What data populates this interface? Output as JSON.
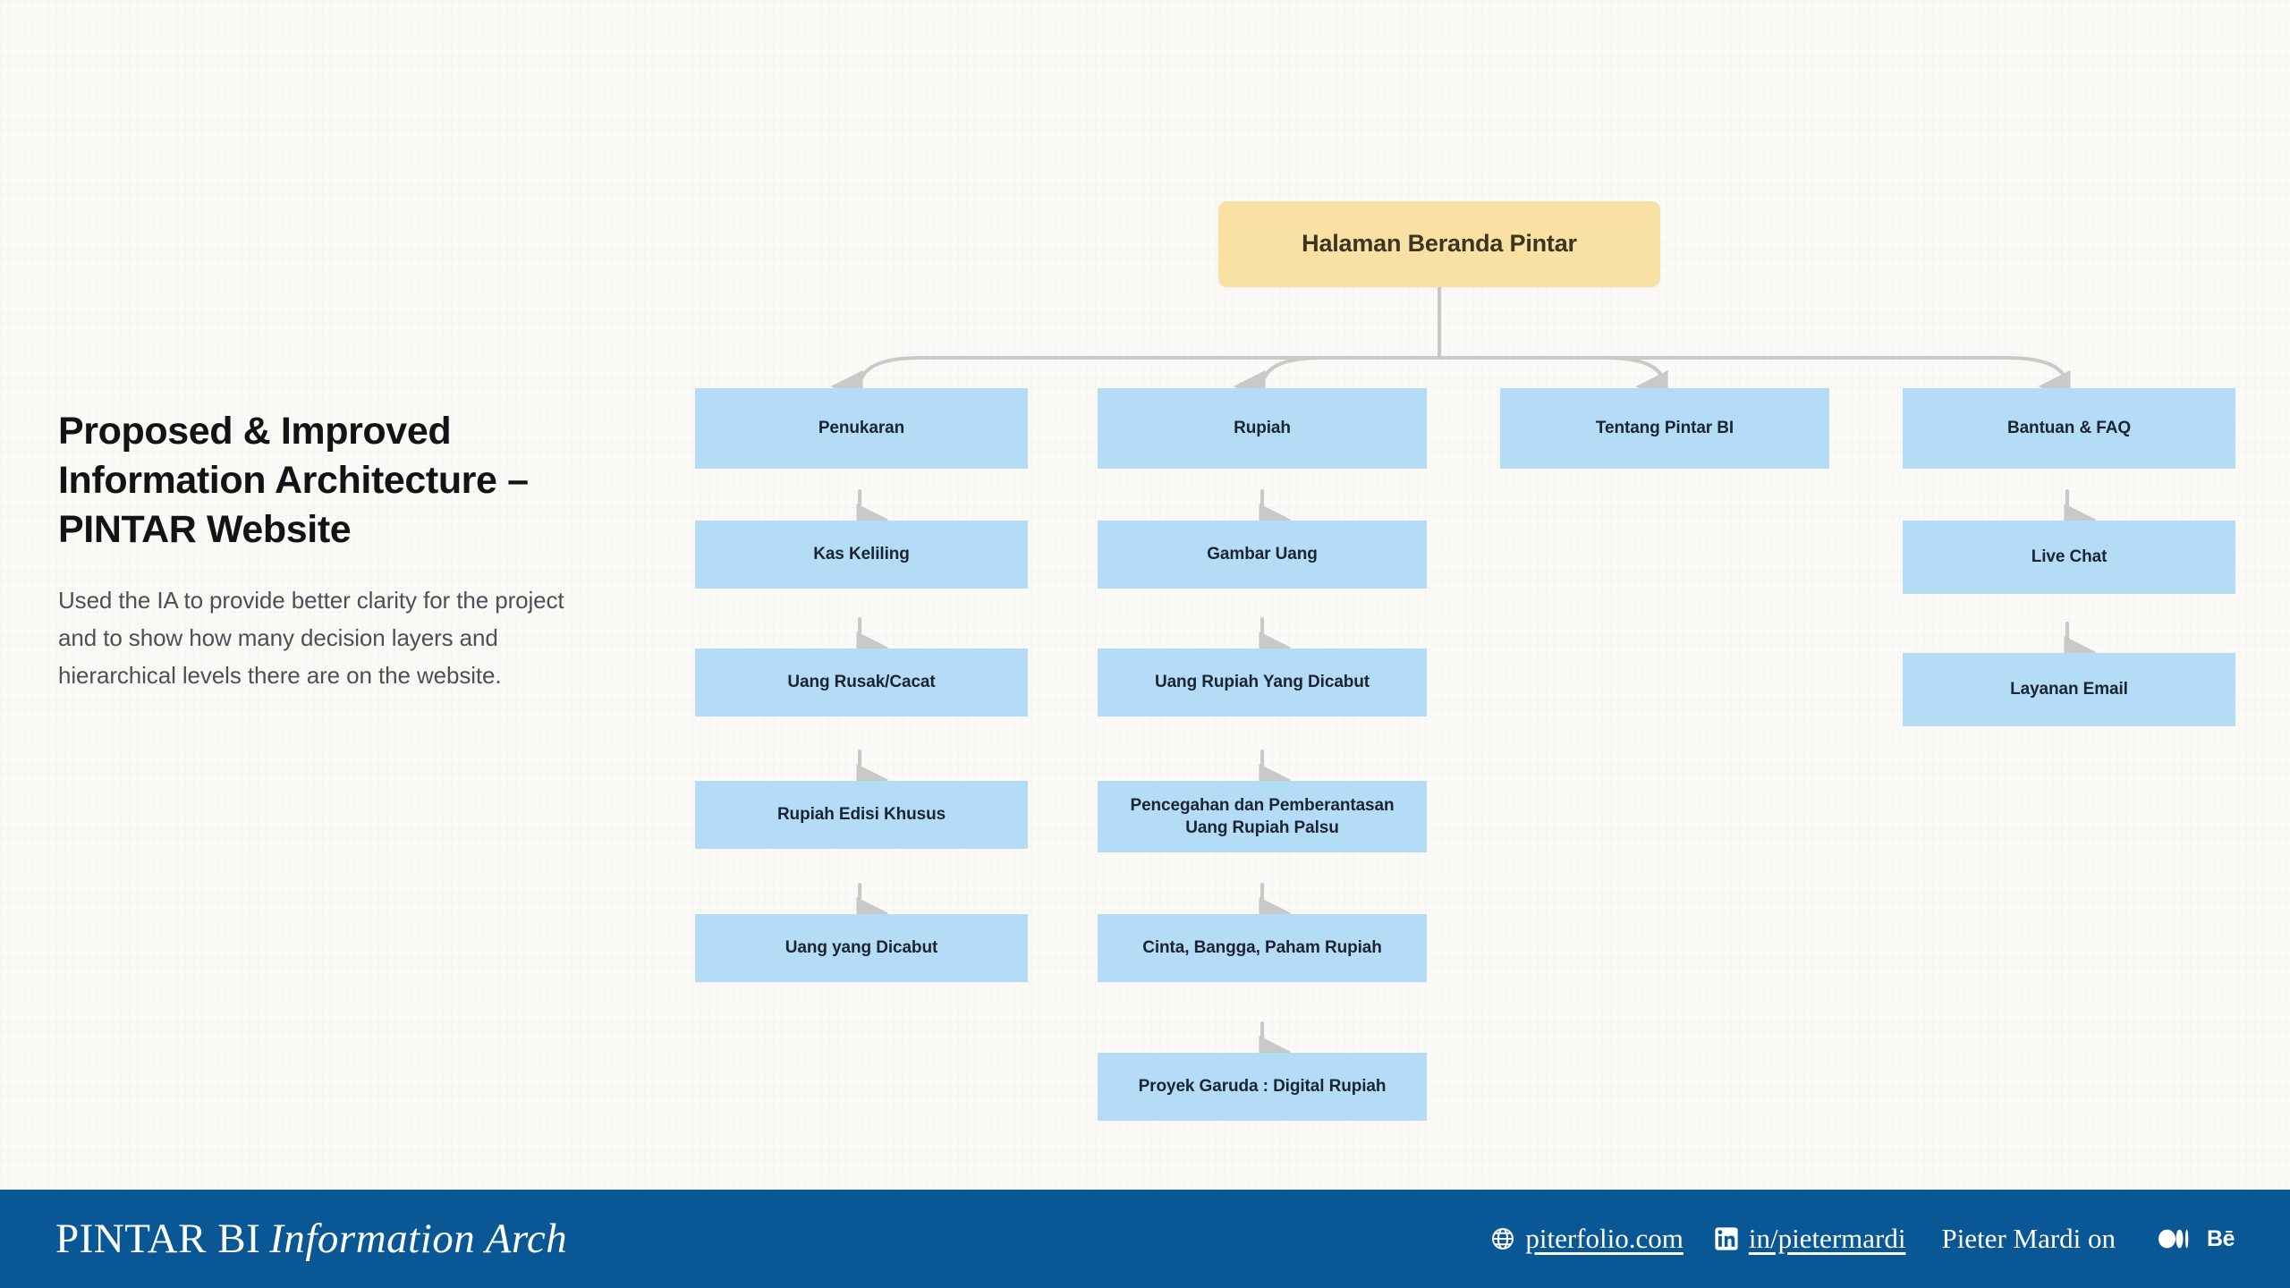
{
  "page": {
    "background_color": "#fbfaf7"
  },
  "left": {
    "title": "Proposed & Improved Information Architecture – PINTAR Website",
    "description": "Used the IA to provide better clarity for the project and to show how many decision layers and hierarchical levels there are on the website."
  },
  "diagram": {
    "type": "tree",
    "root_color": "#f8e1a2",
    "node_color": "#b5dcf7",
    "connector_color": "#c9c9c9",
    "root": {
      "label": "Halaman Beranda Pintar"
    },
    "columns": [
      {
        "name": "penukaran-column",
        "nodes": [
          {
            "label": "Penukaran"
          },
          {
            "label": "Kas Keliling"
          },
          {
            "label": "Uang Rusak/Cacat"
          },
          {
            "label": "Rupiah Edisi Khusus"
          },
          {
            "label": "Uang yang Dicabut"
          }
        ]
      },
      {
        "name": "rupiah-column",
        "nodes": [
          {
            "label": "Rupiah"
          },
          {
            "label": "Gambar Uang"
          },
          {
            "label": "Uang Rupiah Yang Dicabut"
          },
          {
            "label": "Pencegahan dan Pemberantasan Uang Rupiah Palsu"
          },
          {
            "label": "Cinta, Bangga, Paham Rupiah"
          },
          {
            "label": "Proyek Garuda : Digital Rupiah"
          }
        ]
      },
      {
        "name": "tentang-column",
        "nodes": [
          {
            "label": "Tentang Pintar BI"
          }
        ]
      },
      {
        "name": "bantuan-column",
        "nodes": [
          {
            "label": "Bantuan & FAQ"
          },
          {
            "label": "Live Chat"
          },
          {
            "label": "Layanan Email"
          }
        ]
      }
    ]
  },
  "footer": {
    "background_color": "#0a5795",
    "brand_primary": "PINTAR BI",
    "brand_italic": "Information Arch",
    "website": "piterfolio.com",
    "linkedin": "in/pietermardi",
    "author": "Pieter Mardi on",
    "behance_mark": "Bē",
    "icons": {
      "globe": "globe-icon",
      "linkedin": "linkedin-icon",
      "medium": "medium-icon",
      "behance": "behance-icon"
    }
  }
}
